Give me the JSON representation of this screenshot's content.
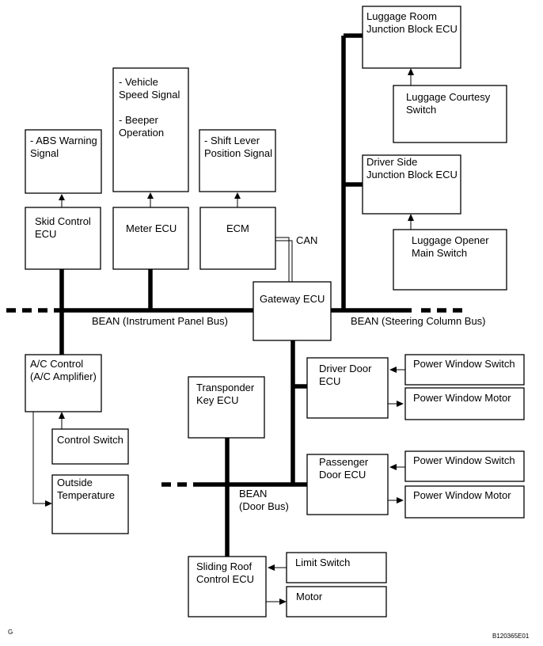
{
  "boxes": {
    "abs_warning": [
      "- ABS Warning",
      "Signal"
    ],
    "vehicle_speed": [
      "- Vehicle",
      "Speed Signal",
      "",
      "- Beeper",
      "Operation"
    ],
    "shift_lever": [
      "- Shift Lever",
      "Position Signal"
    ],
    "skid_control": [
      "Skid Control",
      "ECU"
    ],
    "meter_ecu": [
      "Meter ECU"
    ],
    "ecm": [
      "ECM"
    ],
    "gateway_ecu": [
      "Gateway ECU"
    ],
    "luggage_room_jb": [
      "Luggage Room",
      "Junction Block ECU"
    ],
    "luggage_courtesy": [
      "Luggage Courtesy",
      "Switch"
    ],
    "driver_side_jb": [
      "Driver Side",
      "Junction Block ECU"
    ],
    "luggage_opener": [
      "Luggage Opener",
      "Main Switch"
    ],
    "ac_control": [
      "A/C Control",
      "(A/C Amplifier)"
    ],
    "control_switch": [
      "Control Switch"
    ],
    "outside_temp": [
      "Outside",
      "Temperature"
    ],
    "transponder": [
      "Transponder",
      "Key ECU"
    ],
    "driver_door": [
      "Driver Door",
      "ECU"
    ],
    "pw_switch_1": [
      "Power Window Switch"
    ],
    "pw_motor_1": [
      "Power Window Motor"
    ],
    "passenger_door": [
      "Passenger",
      "Door ECU"
    ],
    "pw_switch_2": [
      "Power Window Switch"
    ],
    "pw_motor_2": [
      "Power Window Motor"
    ],
    "sliding_roof": [
      "Sliding Roof",
      "Control ECU"
    ],
    "limit_switch": [
      "Limit Switch"
    ],
    "motor": [
      "Motor"
    ]
  },
  "labels": {
    "can": "CAN",
    "bean_ip": "BEAN (Instrument Panel Bus)",
    "bean_sc": "BEAN (Steering Column Bus)",
    "bean_door_1": "BEAN",
    "bean_door_2": "(Door Bus)",
    "corner_left": "G",
    "corner_right": "B120365E01"
  }
}
